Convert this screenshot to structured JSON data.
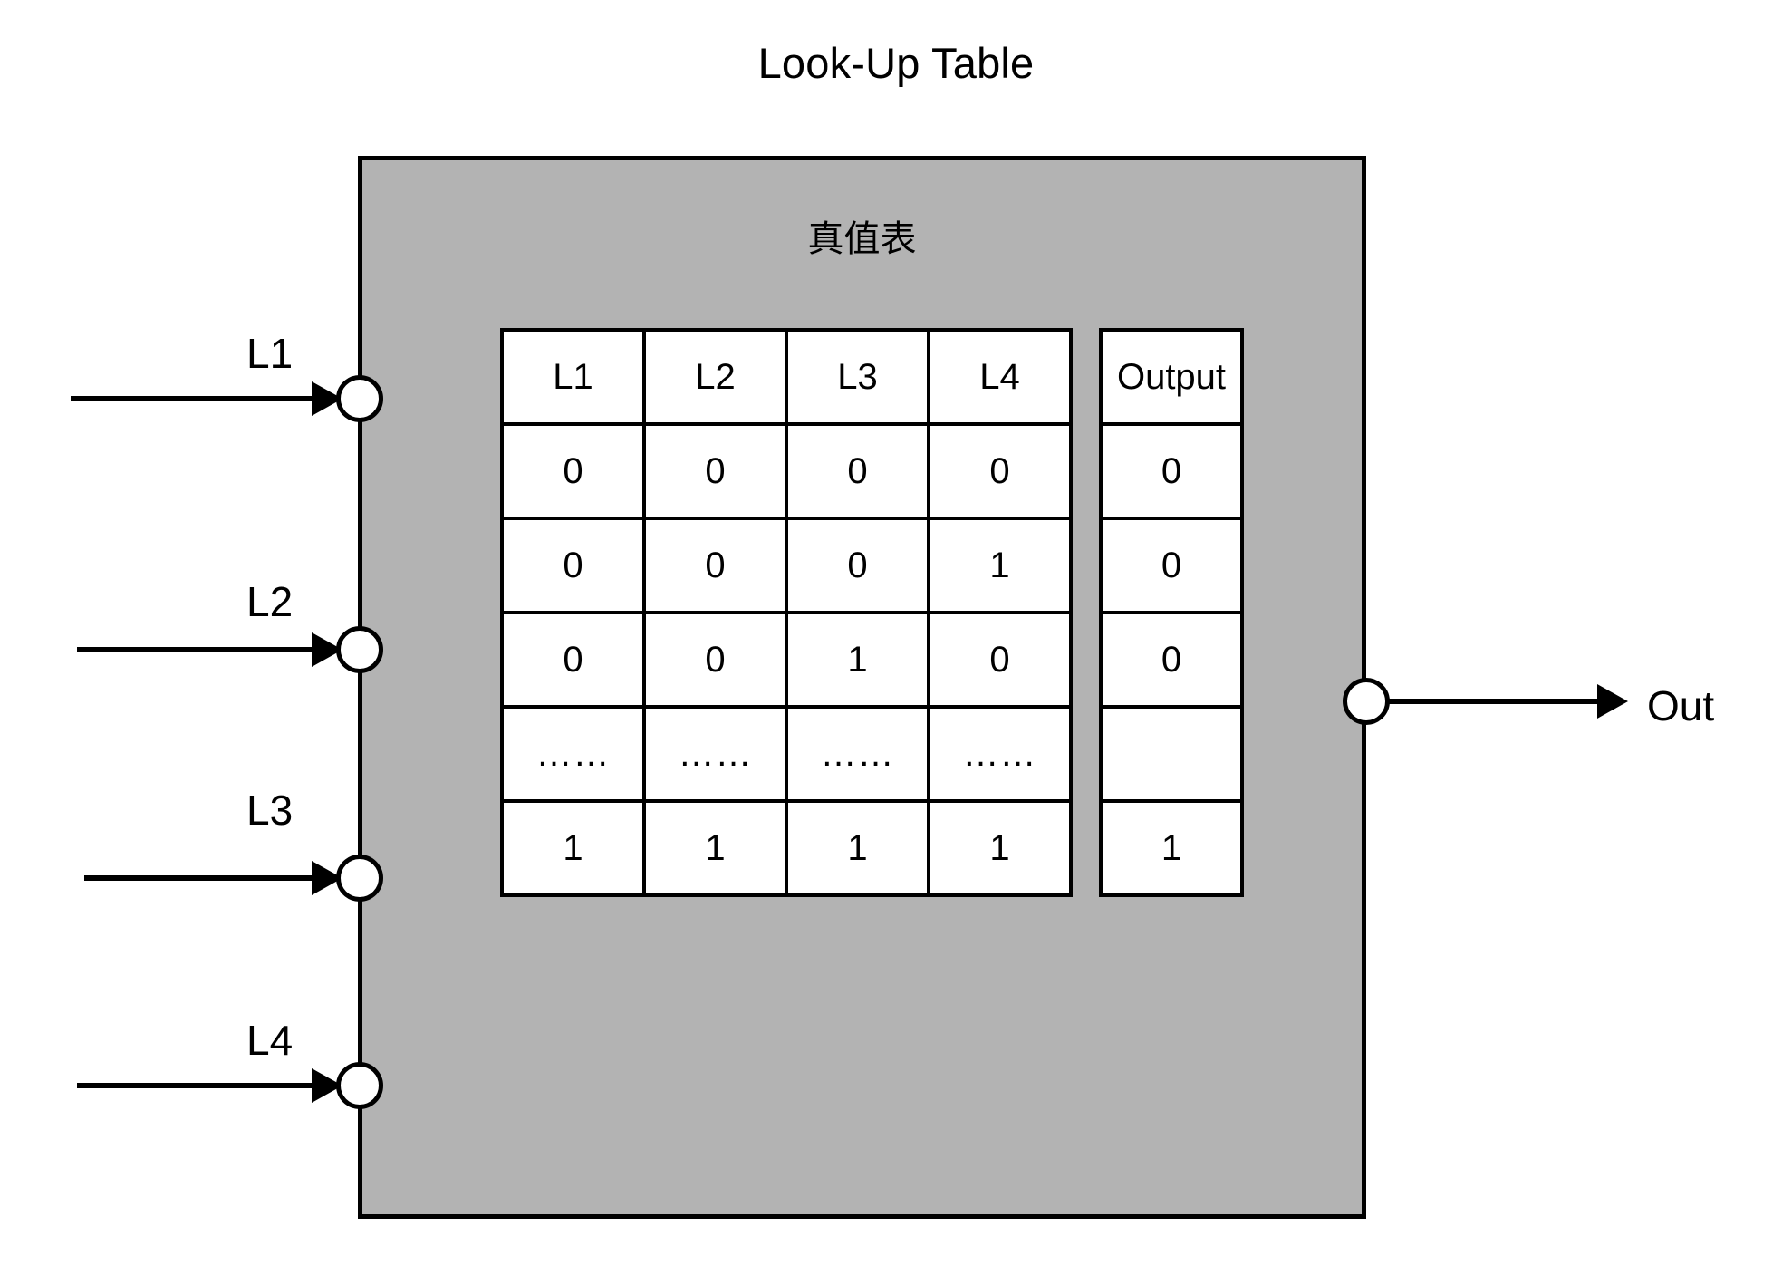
{
  "title": "Look-Up Table",
  "block": {
    "subtitle": "真值表",
    "fill_color": "#b3b3b3",
    "border_color": "#000000"
  },
  "inputs": [
    {
      "label": "L1"
    },
    {
      "label": "L2"
    },
    {
      "label": "L3"
    },
    {
      "label": "L4"
    }
  ],
  "output": {
    "label": "Out"
  },
  "chart_data": {
    "type": "table",
    "title": "真值表",
    "input_columns": [
      "L1",
      "L2",
      "L3",
      "L4"
    ],
    "output_column": "Output",
    "rows": [
      {
        "inputs": [
          "0",
          "0",
          "0",
          "0"
        ],
        "output": "0"
      },
      {
        "inputs": [
          "0",
          "0",
          "0",
          "1"
        ],
        "output": "0"
      },
      {
        "inputs": [
          "0",
          "0",
          "1",
          "0"
        ],
        "output": "0"
      },
      {
        "inputs": [
          "……",
          "……",
          "……",
          "……"
        ],
        "output": ""
      },
      {
        "inputs": [
          "1",
          "1",
          "1",
          "1"
        ],
        "output": "1"
      }
    ]
  }
}
